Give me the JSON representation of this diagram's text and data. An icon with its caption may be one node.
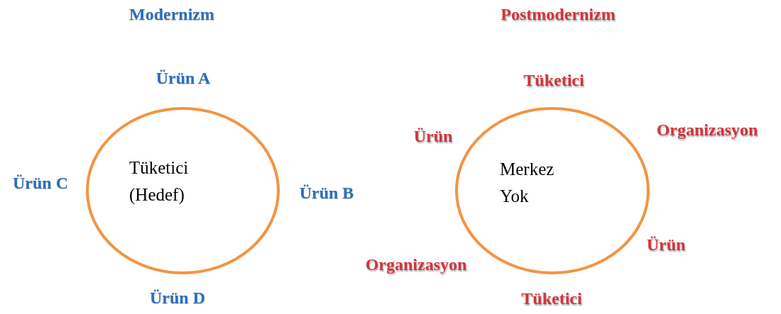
{
  "diagram": {
    "nodes": [
      {
        "text": [
          "Tüketici (Hedef)"
        ]
      },
      {
        "text": [
          "Merkez Yok"
        ]
      }
    ],
    "labels": [
      "Modernizm",
      "Postmodernizm",
      "Ürün A",
      "Tüketici",
      "Ürün",
      "Organizasyon",
      "Ürün C",
      "Ürün B",
      "Ürün",
      "Organizasyon",
      "Ürün D",
      "Tüketici"
    ]
  }
}
